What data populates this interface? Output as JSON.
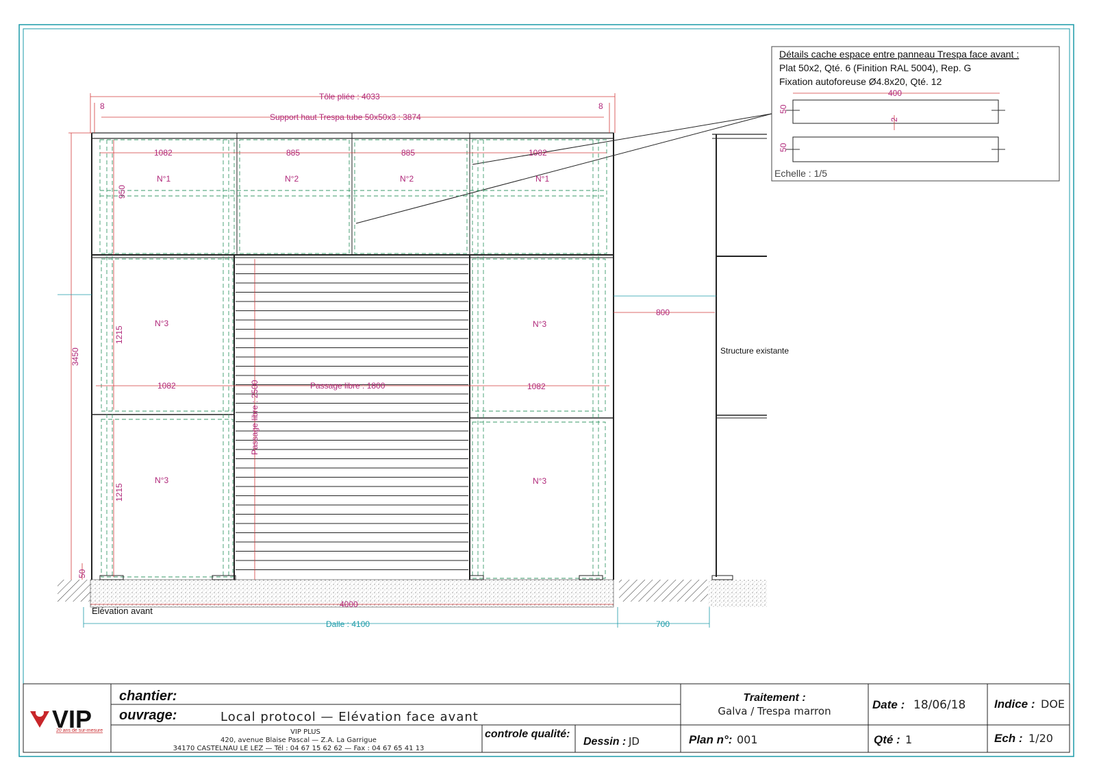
{
  "drawing": {
    "top_length": "Tôle pliée : 4033",
    "support": "Support haut Trespa tube 50x50x3 : 3874",
    "offset_left": "8",
    "offset_right": "8",
    "upper_dims": [
      "1082",
      "885",
      "885",
      "1082"
    ],
    "upper_panels": [
      "N°1",
      "N°2",
      "N°2",
      "N°1"
    ],
    "upper_height": "950",
    "mid_panels": [
      "N°3",
      "N°3"
    ],
    "low_panels": [
      "N°3",
      "N°3"
    ],
    "mid_height": "1215",
    "low_height": "1215",
    "total_height": "3450",
    "base_height": "50",
    "passage_h": "Passage libre : 2500",
    "passage_w": "Passage libre : 1800",
    "side_dim_left": "1082",
    "side_dim_right": "1082",
    "gap_right": "800",
    "structure": "Structure existante",
    "width_4000": "4000",
    "dalle": "Dalle : 4100",
    "extra_700": "700",
    "view_title": "Elévation avant"
  },
  "detail": {
    "title": "Détails cache espace entre panneau Trespa face avant :",
    "line1": "Plat 50x2, Qté. 6 (Finition RAL 5004), Rep. G",
    "line2": "Fixation autoforeuse Ø4.8x20, Qté. 12",
    "dim_400": "400",
    "dim_50a": "50",
    "dim_2": "2",
    "dim_50b": "50",
    "scale": "Echelle : 1/5"
  },
  "titleblock": {
    "logo": "VIP",
    "logo_tagline": "20 ans de sur-mesure",
    "chantier_label": "chantier:",
    "ouvrage_label": "ouvrage:",
    "ouvrage_value": "Local protocol — Elévation face avant",
    "company": "VIP PLUS",
    "address1": "420, avenue Blaise Pascal — Z.A. La Garrigue",
    "address2": "34170 CASTELNAU LE LEZ — Tél : 04 67 15 62 62 — Fax : 04 67 65 41 13",
    "controle_label": "controle qualité:",
    "dessin_label": "Dessin :",
    "dessin_value": "JD",
    "traitement_label": "Traitement :",
    "traitement_value": "Galva / Trespa marron",
    "date_label": "Date :",
    "date_value": "18/06/18",
    "indice_label": "Indice :",
    "indice_value": "DOE",
    "plan_label": "Plan n°:",
    "plan_value": "001",
    "qte_label": "Qté :",
    "qte_value": "1",
    "ech_label": "Ech :",
    "ech_value": "1/20"
  },
  "colors": {
    "frame": "#1a9aa8",
    "dimension": "#b0287a",
    "dimension_line": "#d23a3a",
    "panel_dash": "#3a9a6a",
    "logo_red": "#c8262a"
  }
}
